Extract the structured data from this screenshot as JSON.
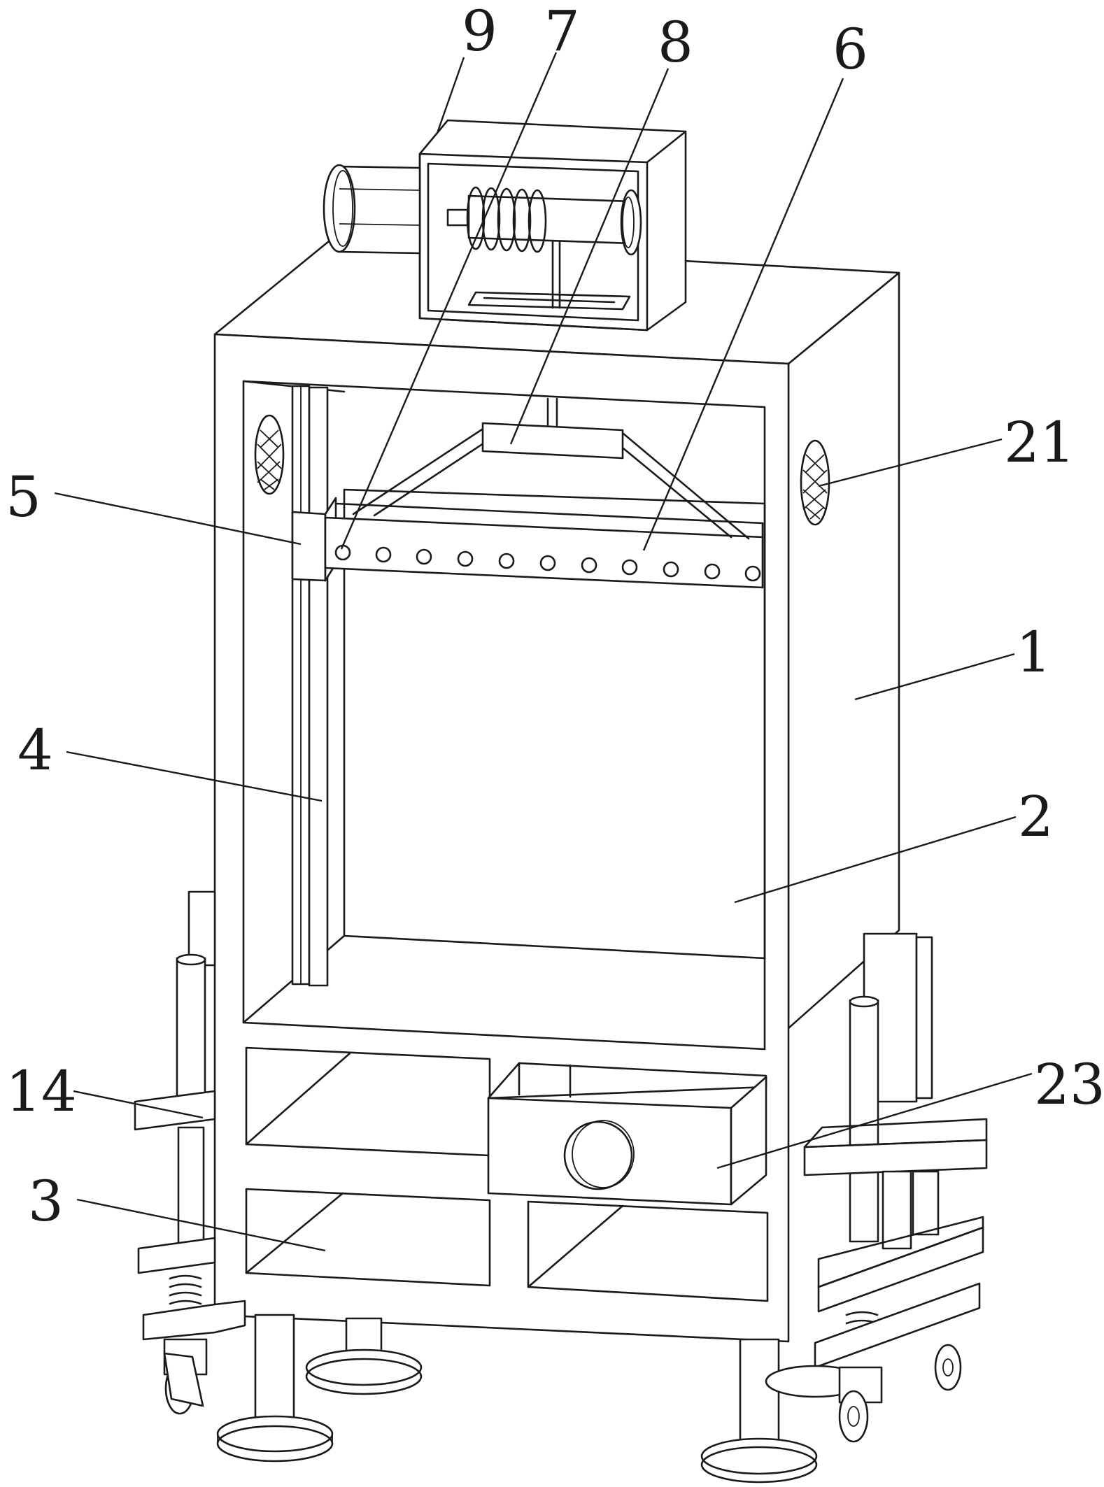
{
  "labels": [
    {
      "id": "9",
      "text": "9"
    },
    {
      "id": "7",
      "text": "7"
    },
    {
      "id": "8",
      "text": "8"
    },
    {
      "id": "6",
      "text": "6"
    },
    {
      "id": "21",
      "text": "21"
    },
    {
      "id": "5",
      "text": "5"
    },
    {
      "id": "1",
      "text": "1"
    },
    {
      "id": "4",
      "text": "4"
    },
    {
      "id": "2",
      "text": "2"
    },
    {
      "id": "14",
      "text": "14"
    },
    {
      "id": "23",
      "text": "23"
    },
    {
      "id": "3",
      "text": "3"
    }
  ]
}
